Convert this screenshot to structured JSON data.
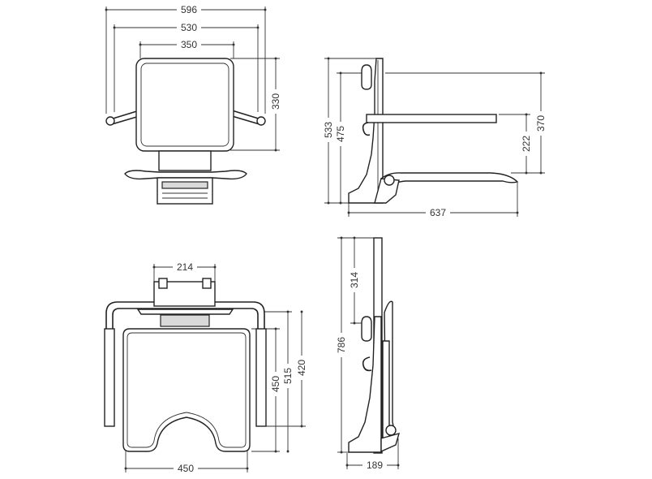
{
  "dimensions": {
    "front_view": {
      "overall_width": "596",
      "rail_width": "530",
      "backrest_width": "350",
      "backrest_height": "330"
    },
    "side_view": {
      "total_height": "533",
      "mount_height": "475",
      "depth": "637",
      "rail_height": "370",
      "seat_gap": "222"
    },
    "top_view": {
      "bracket_width": "214",
      "seat_width": "450",
      "seat_depth": "450",
      "rail_depth": "515",
      "overall_depth": "420"
    },
    "folded_view": {
      "folded_height": "786",
      "upper_section": "314",
      "folded_depth": "189"
    }
  },
  "colors": {
    "line": "#222222",
    "fill": "#ffffff",
    "shade": "#d9d9d9"
  }
}
